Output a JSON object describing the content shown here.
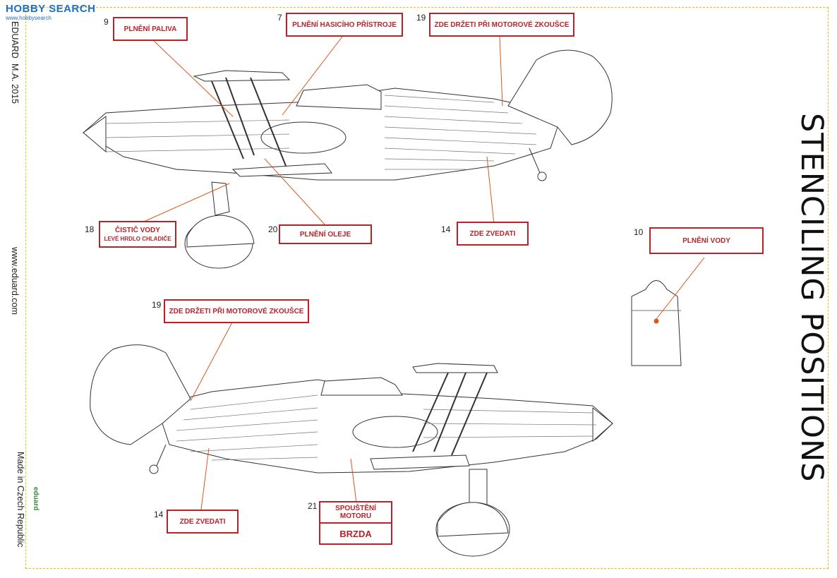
{
  "watermark": {
    "text_a": "HOBBY SEARCH",
    "text_b": "www.hobbysearch"
  },
  "margin": {
    "brand": "EDUARD",
    "code": "M.A. 2015",
    "website": "www.eduard.com",
    "made_in": "Made in Czech Republic",
    "logo": "eduard"
  },
  "title": "STENCILING POSITIONS",
  "colors": {
    "label_red": "#b8232a",
    "frame_yellow": "#f2c200",
    "leader_orange": "#d9591c"
  },
  "labels": [
    {
      "num": "9",
      "text": "PLNĚNÍ PALIVA",
      "sub": ""
    },
    {
      "num": "7",
      "text": "PLNĚNÍ HASICÍHO PŘÍSTROJE",
      "sub": ""
    },
    {
      "num": "19",
      "text": "ZDE DRŽETI PŘI MOTOROVÉ ZKOUŠCE",
      "sub": ""
    },
    {
      "num": "18",
      "text": "ČISTIČ VODY",
      "sub": "LEVÉ HRDLO CHLADIČE"
    },
    {
      "num": "20",
      "text": "PLNĚNÍ OLEJE",
      "sub": ""
    },
    {
      "num": "14",
      "text": "ZDE ZVEDATI",
      "sub": ""
    },
    {
      "num": "10",
      "text": "PLNĚNÍ VODY",
      "sub": ""
    },
    {
      "num": "19",
      "text": "ZDE DRŽETI PŘI MOTOROVÉ ZKOUŠCE",
      "sub": ""
    },
    {
      "num": "14",
      "text": "ZDE ZVEDATI",
      "sub": ""
    },
    {
      "num": "21",
      "text": "SPOUŠTĚNÍ MOTORU",
      "sub": ""
    },
    {
      "num": "",
      "text": "BRZDA",
      "sub": ""
    }
  ]
}
